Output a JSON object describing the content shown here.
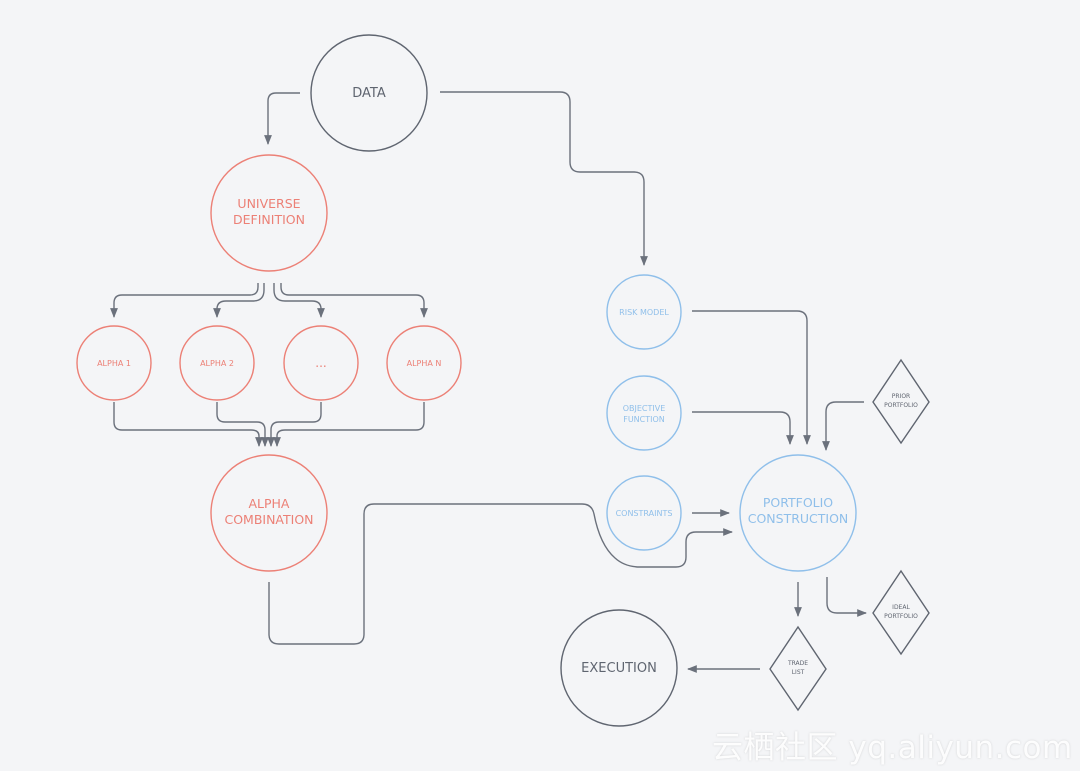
{
  "colors": {
    "background": "#f4f5f7",
    "gray": "#5f6570",
    "red": "#ec8076",
    "blue": "#8fbfea",
    "arrow": "#6b717c"
  },
  "nodes": {
    "data": {
      "label": "DATA"
    },
    "universe": {
      "line1": "UNIVERSE",
      "line2": "DEFINITION"
    },
    "alpha1": {
      "label": "ALPHA 1"
    },
    "alpha2": {
      "label": "ALPHA 2"
    },
    "alpha_ellipsis": {
      "label": "..."
    },
    "alphaN": {
      "label": "ALPHA N"
    },
    "alpha_combination": {
      "line1": "ALPHA",
      "line2": "COMBINATION"
    },
    "risk_model": {
      "label": "RISK MODEL"
    },
    "objective": {
      "line1": "OBJECTIVE",
      "line2": "FUNCTION"
    },
    "constraints": {
      "label": "CONSTRAINTS"
    },
    "portfolio_construction": {
      "line1": "PORTFOLIO",
      "line2": "CONSTRUCTION"
    },
    "prior_portfolio": {
      "line1": "PRIOR",
      "line2": "PORTFOLIO"
    },
    "ideal_portfolio": {
      "line1": "IDEAL",
      "line2": "PORTFOLIO"
    },
    "trade_list": {
      "line1": "TRADE",
      "line2": "LIST"
    },
    "execution": {
      "label": "EXECUTION"
    }
  },
  "watermark": {
    "text": "云栖社区 yq.aliyun.com"
  }
}
